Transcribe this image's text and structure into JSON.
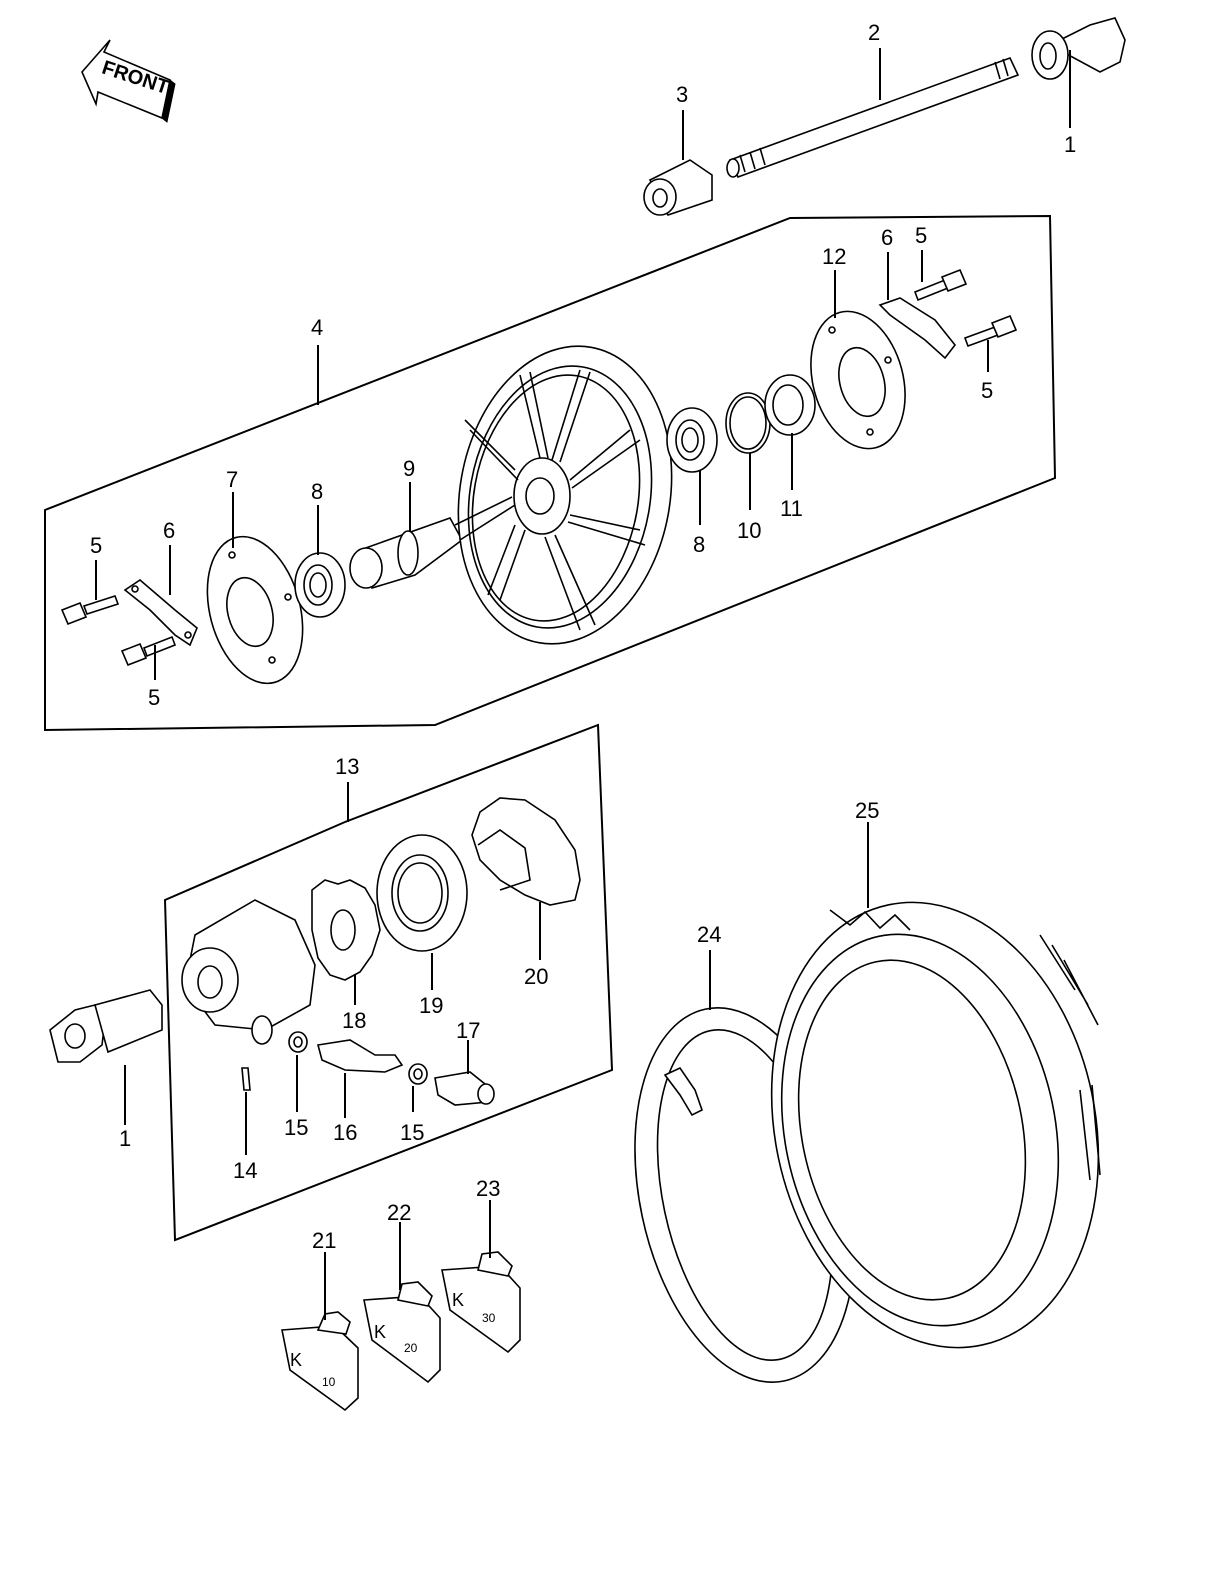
{
  "badge": {
    "text": "FRONT"
  },
  "callouts": {
    "c1a": "1",
    "c2": "2",
    "c3": "3",
    "c4": "4",
    "c5a": "5",
    "c5b": "5",
    "c5c": "5",
    "c5d": "5",
    "c6a": "6",
    "c6b": "6",
    "c7": "7",
    "c8a": "8",
    "c8b": "8",
    "c9": "9",
    "c10": "10",
    "c11": "11",
    "c12": "12",
    "c13": "13",
    "c1b": "1",
    "c14": "14",
    "c15a": "15",
    "c15b": "15",
    "c16": "16",
    "c17": "17",
    "c18": "18",
    "c19": "19",
    "c20": "20",
    "c21": "21",
    "c22": "22",
    "c23": "23",
    "c24": "24",
    "c25": "25"
  },
  "weights": {
    "w10": "10",
    "w20": "20",
    "w30": "30",
    "mark": "K"
  }
}
